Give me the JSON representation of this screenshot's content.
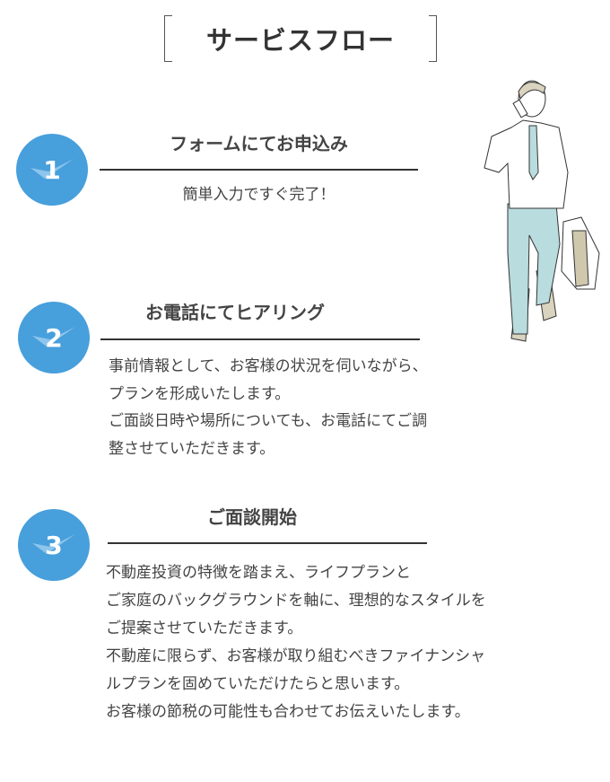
{
  "title": "サービスフロー",
  "steps": [
    {
      "number": "1",
      "heading": "フォームにてお申込み",
      "lines": [
        "簡単入力ですぐ完了！"
      ]
    },
    {
      "number": "2",
      "heading": "お電話にてヒアリング",
      "lines": [
        "事前情報として、お客様の状況を伺いながら、",
        "プランを形成いたします。",
        "ご面談日時や場所についても、お電話にてご調",
        "整させていただきます。"
      ]
    },
    {
      "number": "3",
      "heading": "ご面談開始",
      "lines": [
        "不動産投資の特徴を踏まえ、ライフプランと",
        "ご家庭のバックグラウンドを軸に、理想的なスタイルを",
        "ご提案させていただきます。",
        "不動産に限らず、お客様が取り組むべきファイナンシャ",
        "ルプランを固めていただけたらと思います。",
        "お客様の節税の可能性も合わせてお伝えいたします。"
      ]
    }
  ],
  "colors": {
    "accent": "#479fdc"
  }
}
